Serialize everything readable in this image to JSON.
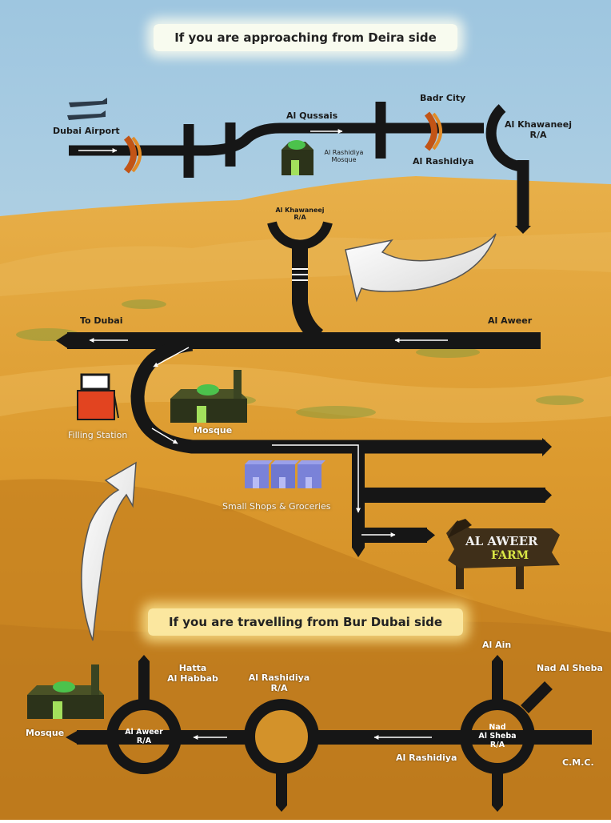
{
  "banners": {
    "top": "If you are approaching from Deira side",
    "bottom": "If you are travelling from Bur Dubai side"
  },
  "labels": {
    "dubai_airport": "Dubai Airport",
    "al_qussais": "Al Qussais",
    "al_rashidiya_mosque": "Al Rashidiya\nMosque",
    "badr_city": "Badr City",
    "al_rashidiya_top": "Al Rashidiya",
    "al_khawaneej_top": "Al Khawaneej\nR/A",
    "al_khawaneej_mid": "Al Khawaneej\nR/A",
    "to_dubai": "To Dubai",
    "al_aweer": "Al Aweer",
    "filling_station": "Filling Station",
    "mosque_mid": "Mosque",
    "small_shops": "Small Shops & Groceries",
    "farm_line1": "AL AWEER",
    "farm_line2": "FARM",
    "al_ain": "Al Ain",
    "nad_al_sheba": "Nad Al Sheba",
    "hatta": "Hatta\nAl Habbab",
    "al_rashidiya_ra": "Al Rashidiya\nR/A",
    "mosque_bottom": "Mosque",
    "al_aweer_ra": "Al Aweer\nR/A",
    "nad_al_sheba_ra": "Nad\nAl Sheba\nR/A",
    "al_rashidiya_bottom": "Al Rashidiya",
    "cmc": "C.M.C."
  },
  "icons": {
    "airport": "airplanes-icon",
    "mosque": "mosque-icon",
    "fuel": "fuel-pump-icon",
    "shops": "shops-icon",
    "farm_sign": "wooden-farm-sign",
    "direction_arrow": "curved-arrow-icon"
  },
  "colors": {
    "road": "#161616",
    "sky": "#b9d5e6",
    "sand": "#e2a33a",
    "sand_dark": "#b86f17",
    "mosque_dome": "#4cc24c",
    "mosque_body": "#2c331a",
    "fuel": "#e24420",
    "shop": "#7a82d8",
    "farm_text": "#f2f2f2",
    "farm_text_alt": "#d9e645",
    "road_arrow": "#ffffff"
  }
}
